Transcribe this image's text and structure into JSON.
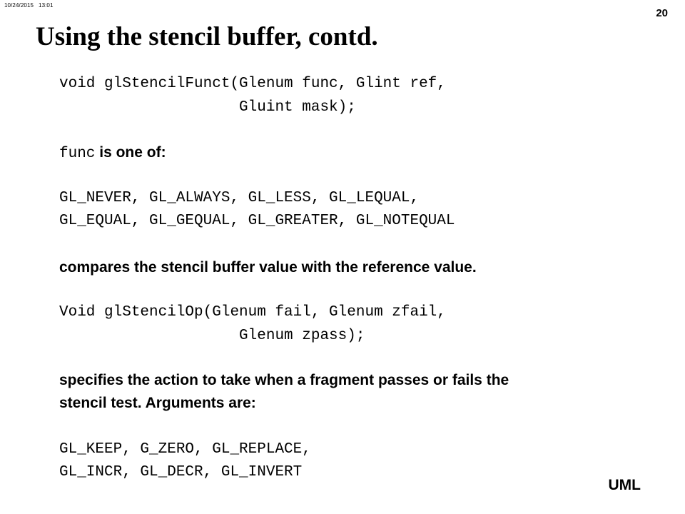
{
  "header": {
    "date": "10/24/2015",
    "time": "13:01",
    "slide_number": "20"
  },
  "title": "Using the stencil buffer, contd.",
  "func_signature": {
    "line1": "void glStencilFunct(Glenum func, Glint ref,",
    "line2": "                    Gluint mask);"
  },
  "func_param": {
    "code": "func",
    "text": " is one of:"
  },
  "func_values": {
    "line1": "GL_NEVER, GL_ALWAYS, GL_LESS, GL_LEQUAL,",
    "line2": "GL_EQUAL, GL_GEQUAL, GL_GREATER, GL_NOTEQUAL"
  },
  "compares_text": "compares the stencil buffer value with the reference value.",
  "op_signature": {
    "line1": "Void glStencilOp(Glenum fail, Glenum zfail,",
    "line2": "                    Glenum zpass);"
  },
  "specifies_text": {
    "line1": "specifies the action to take when a fragment passes or fails the",
    "line2": "stencil test.  Arguments are:"
  },
  "op_values": {
    "line1": "GL_KEEP, G_ZERO, GL_REPLACE,",
    "line2": "GL_INCR, GL_DECR, GL_INVERT"
  },
  "footer": "UML"
}
